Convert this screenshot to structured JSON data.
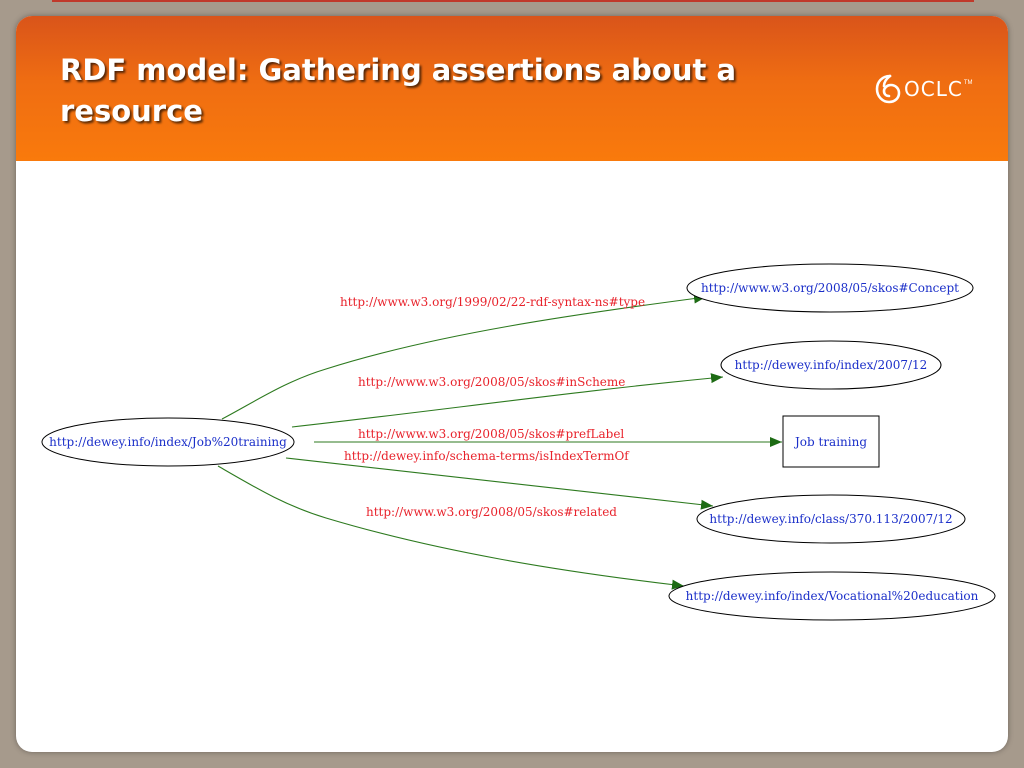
{
  "slide": {
    "title": "RDF model: Gathering assertions about a resource",
    "logo_text": "OCLC",
    "logo_tm": "TM"
  },
  "colors": {
    "header_orange": "#f97a0c",
    "edge_green": "#2d7a1f",
    "edge_label_red": "#e8222b",
    "node_label_blue": "#1b2fc9"
  },
  "graph": {
    "subject": {
      "label": "http://dewey.info/index/Job%20training"
    },
    "objects": [
      {
        "id": "concept",
        "label": "http://www.w3.org/2008/05/skos#Concept",
        "shape": "ellipse"
      },
      {
        "id": "scheme",
        "label": "http://dewey.info/index/2007/12",
        "shape": "ellipse"
      },
      {
        "id": "literal",
        "label": "Job training",
        "shape": "box"
      },
      {
        "id": "class",
        "label": "http://dewey.info/class/370.113/2007/12",
        "shape": "ellipse"
      },
      {
        "id": "vocational",
        "label": "http://dewey.info/index/Vocational%20education",
        "shape": "ellipse"
      }
    ],
    "edges": [
      {
        "from": "subject",
        "to": "concept",
        "label": "http://www.w3.org/1999/02/22-rdf-syntax-ns#type"
      },
      {
        "from": "subject",
        "to": "scheme",
        "label": "http://www.w3.org/2008/05/skos#inScheme"
      },
      {
        "from": "subject",
        "to": "literal",
        "label": "http://www.w3.org/2008/05/skos#prefLabel"
      },
      {
        "from": "subject",
        "to": "class",
        "label": "http://dewey.info/schema-terms/isIndexTermOf"
      },
      {
        "from": "subject",
        "to": "vocational",
        "label": "http://www.w3.org/2008/05/skos#related"
      }
    ]
  }
}
